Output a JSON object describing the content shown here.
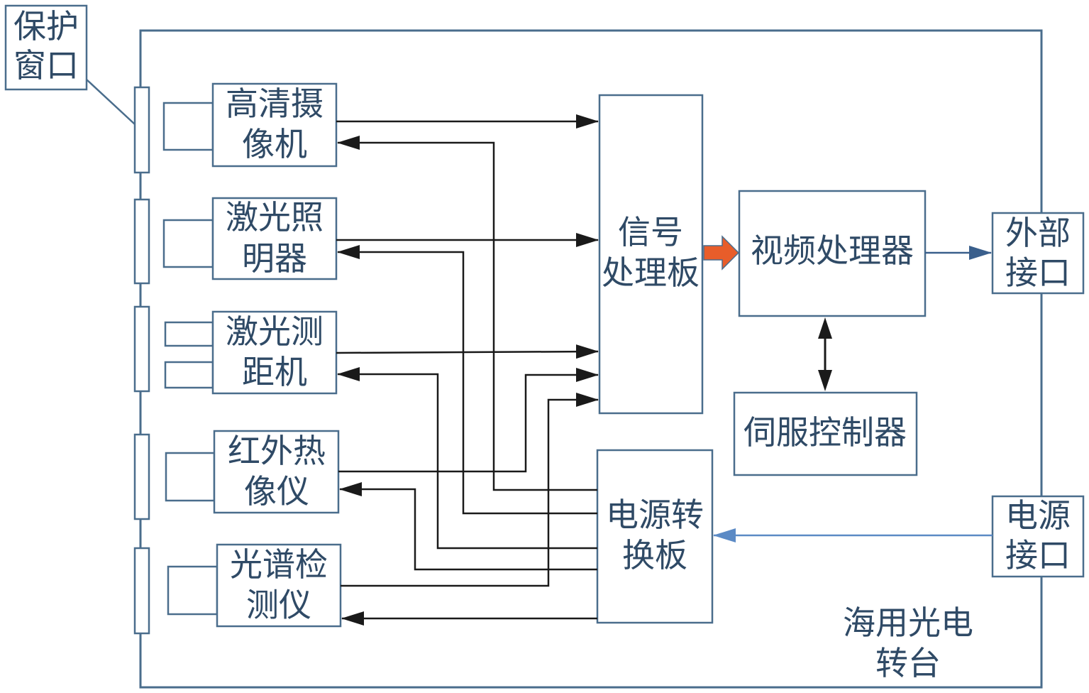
{
  "colors": {
    "box_stroke": "#4a6d8c",
    "signal_line": "#1a1a1a",
    "power_input_line": "#5b8ac5",
    "video_arrow": "#e85d2a",
    "label_text": "#2f4a66"
  },
  "labels": {
    "protect_window": [
      "保护",
      "窗口"
    ],
    "hd_camera": [
      "高清摄",
      "像机"
    ],
    "laser_illuminator": [
      "激光照",
      "明器"
    ],
    "laser_rangefinder": [
      "激光测",
      "距机"
    ],
    "ir_imager": [
      "红外热",
      "像仪"
    ],
    "spectral_detector": [
      "光谱检",
      "测仪"
    ],
    "signal_board": [
      "信号",
      "处理板"
    ],
    "video_processor": "视频处理器",
    "servo_controller": "伺服控制器",
    "power_board": [
      "电源转",
      "换板"
    ],
    "external_interface": [
      "外部",
      "接口"
    ],
    "power_interface": [
      "电源",
      "接口"
    ],
    "turret": [
      "海用光电",
      "转台"
    ]
  }
}
